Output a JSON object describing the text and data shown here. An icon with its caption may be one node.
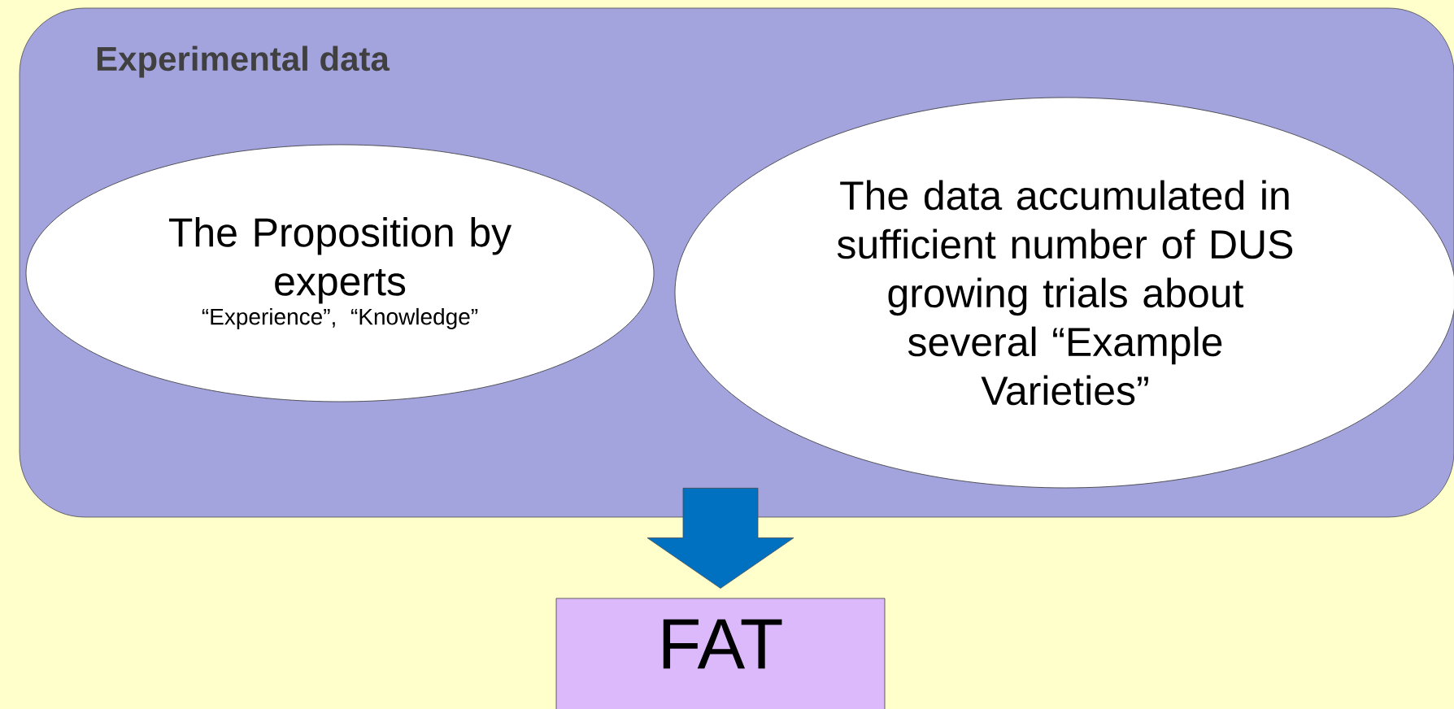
{
  "diagram": {
    "nodes": [
      {
        "text": [
          "Experimental data"
        ]
      },
      {
        "text": [
          "The Proposition by experts",
          "“Experience”, “Knowledge”"
        ],
        "in": 0
      },
      {
        "text": [
          "The data accumulated in sufficient number of DUS growing trials about several “Example Varieties”"
        ],
        "in": 0
      },
      {
        "text": [
          "FAT"
        ]
      }
    ],
    "edges": [
      {
        "from": 0,
        "to": 3,
        "arrow": "to"
      }
    ]
  }
}
